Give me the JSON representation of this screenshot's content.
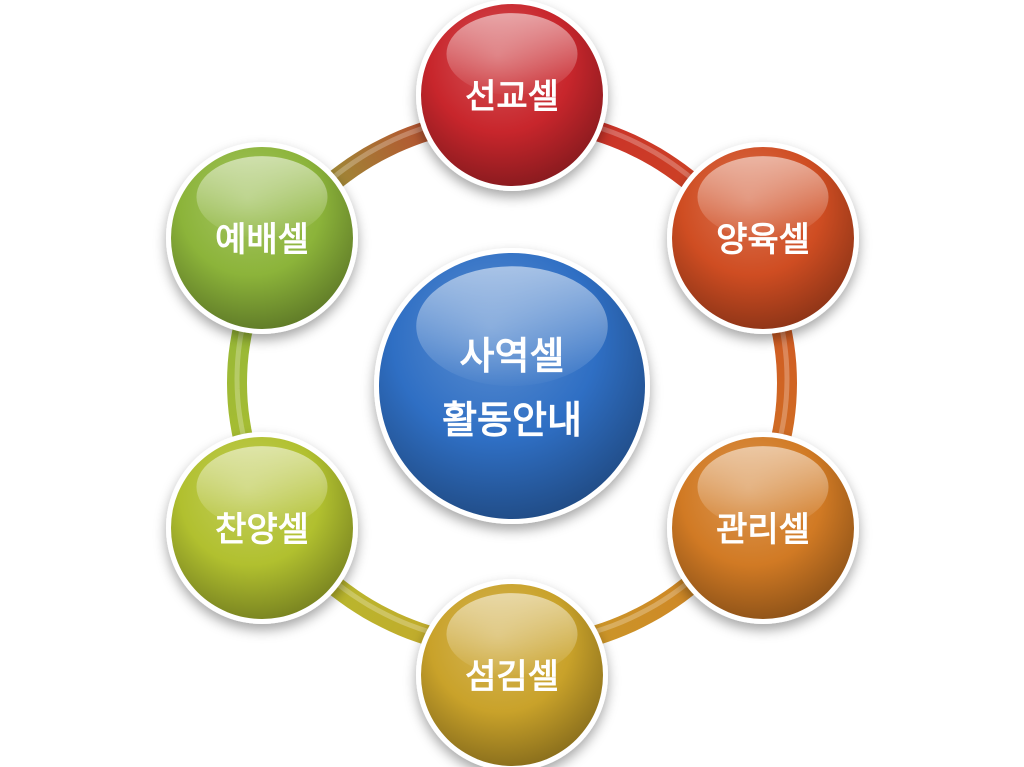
{
  "center": {
    "lines": [
      "사역셀",
      "활동안내"
    ],
    "color": "#2f6fc4"
  },
  "nodes": [
    {
      "label": "선교셀",
      "color": "#c8262c"
    },
    {
      "label": "양육셀",
      "color": "#cf4d22"
    },
    {
      "label": "관리셀",
      "color": "#d17a24"
    },
    {
      "label": "섬김셀",
      "color": "#c9a22a"
    },
    {
      "label": "찬양셀",
      "color": "#b1c02f"
    },
    {
      "label": "예배셀",
      "color": "#8cb43a"
    }
  ]
}
